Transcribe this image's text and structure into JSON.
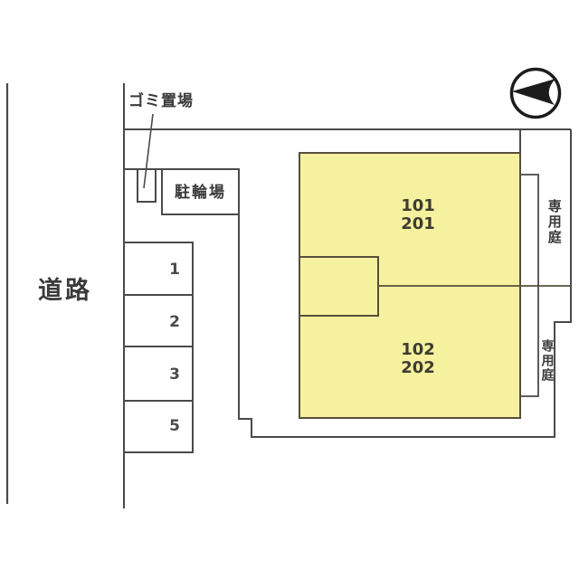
{
  "plan": {
    "road_label": "道路",
    "garbage_label": "ゴミ置場",
    "bicycle_label": "駐輪場",
    "units": {
      "unit_a": "101\n201",
      "unit_b": "102\n202"
    },
    "gardens": {
      "garden_a": "専用庭",
      "garden_b": "専用庭"
    },
    "parking": {
      "spaces": [
        "1",
        "2",
        "3",
        "5"
      ]
    }
  },
  "colors": {
    "line": "#4a4a4a",
    "building_fill": "#f6f19f",
    "north_arrow": "#1c1c1c",
    "text": "#3a3a3a"
  },
  "icons": {
    "north_arrow": "compass-north-arrow"
  }
}
